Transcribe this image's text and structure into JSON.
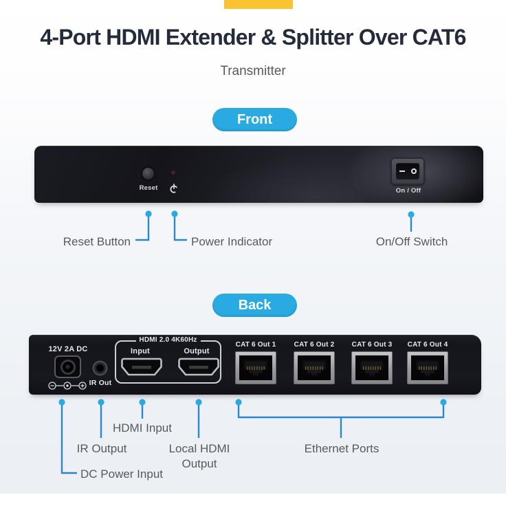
{
  "header": {
    "title": "4-Port HDMI Extender & Splitter Over CAT6",
    "subtitle": "Transmitter"
  },
  "tabs": {
    "front": "Front",
    "back": "Back"
  },
  "front": {
    "device": {
      "reset_label": "Reset",
      "on_off_label": "On / Off"
    },
    "callouts": {
      "reset": "Reset Button",
      "power": "Power Indicator",
      "switch": "On/Off Switch"
    }
  },
  "back": {
    "device": {
      "dc_label": "12V 2A DC",
      "ir_label": "IR Out",
      "hdmi_group_label": "HDMI 2.0 4K60Hz",
      "hdmi_input_label": "Input",
      "hdmi_output_label": "Output",
      "cat_labels": [
        "CAT 6 Out 1",
        "CAT 6 Out 2",
        "CAT 6 Out 3",
        "CAT 6 Out 4"
      ]
    },
    "callouts": {
      "hdmi_input": "HDMI Input",
      "ir_output": "IR Output",
      "local_hdmi": "Local HDMI Output",
      "ethernet": "Ethernet Ports",
      "dc_power": "DC Power Input"
    }
  },
  "colors": {
    "yellow": "#F9C332",
    "navy": "#242B3B",
    "grey": "#58595B",
    "blue": "#29ABE2",
    "line": "#2B87C8"
  }
}
